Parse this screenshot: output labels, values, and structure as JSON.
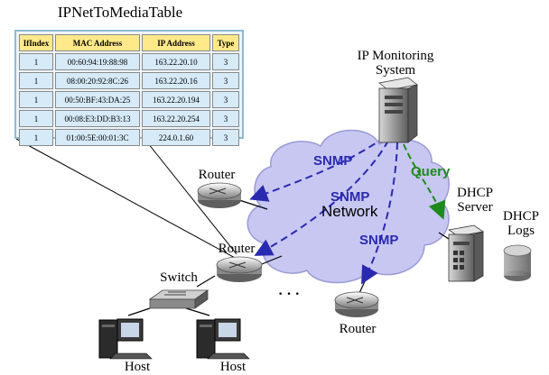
{
  "table": {
    "title": "IPNetToMediaTable",
    "columns": [
      "IfIndex",
      "MAC Address",
      "IP Address",
      "Type"
    ],
    "rows": [
      [
        "1",
        "00:60:94:19:88:98",
        "163.22.20.10",
        "3"
      ],
      [
        "1",
        "08:00:20:92:8C:26",
        "163.22.20.16",
        "3"
      ],
      [
        "1",
        "00:50:BF:43:DA:25",
        "163.22.20.194",
        "3"
      ],
      [
        "1",
        "00:08:E3:DD:B3:13",
        "163.22.20.254",
        "3"
      ],
      [
        "1",
        "01:00:5E:00:01:3C",
        "224.0.1.60",
        "3"
      ]
    ]
  },
  "nodes": {
    "monitoring_line1": "IP Monitoring",
    "monitoring_line2": "System",
    "router_top": "Router",
    "router_mid": "Router",
    "router_bottom": "Router",
    "switch": "Switch",
    "host_left": "Host",
    "host_right": "Host",
    "dhcp_server_line1": "DHCP",
    "dhcp_server_line2": "Server",
    "dhcp_logs_line1": "DHCP",
    "dhcp_logs_line2": "Logs",
    "network": "Network",
    "ellipsis": "· · ·"
  },
  "arrows": {
    "snmp_1": "SNMP",
    "snmp_2": "SNMP",
    "snmp_3": "SNMP",
    "query": "Query"
  },
  "colors": {
    "cloud": "#c7c7f2",
    "snmp": "#2a2ab0",
    "query": "#1e8a1e",
    "table_header": "#ffe98a",
    "table_cell": "#d6eaf8"
  }
}
